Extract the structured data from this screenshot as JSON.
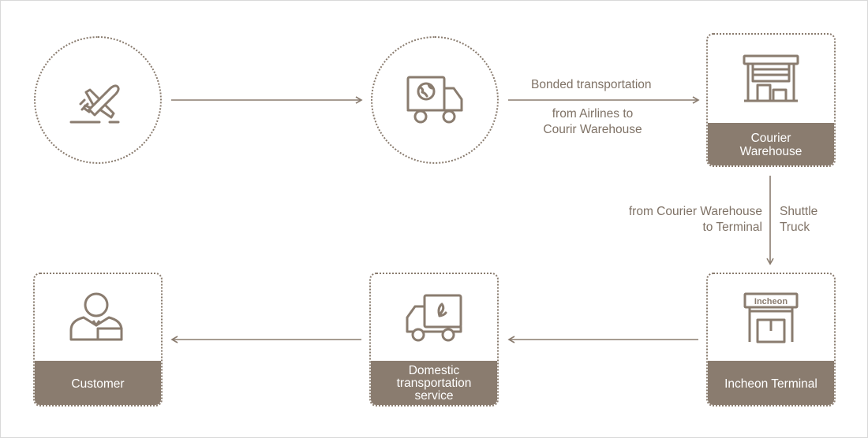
{
  "nodes": {
    "airplane": {
      "icon": "airplane-takeoff-icon"
    },
    "truck_global": {
      "icon": "globe-truck-icon"
    },
    "courier_warehouse": {
      "icon": "warehouse-icon",
      "label": "Courier\nWarehouse"
    },
    "incheon_terminal": {
      "icon": "terminal-building-icon",
      "label": "Incheon Terminal",
      "sign": "Incheon"
    },
    "domestic": {
      "icon": "domestic-truck-icon",
      "label": "Domestic\ntransportation\nservice"
    },
    "customer": {
      "icon": "customer-person-icon",
      "label": "Customer"
    }
  },
  "edges": {
    "bonded_title": "Bonded transportation",
    "bonded_sub": "from Airlines to\nCourir Warehouse",
    "shuttle_from": "from Courier Warehouse\nto Terminal",
    "shuttle_title": "Shuttle\nTruck"
  },
  "colors": {
    "brand": "#8a7c6f",
    "text": "#7f7266",
    "border": "#d9d9d9"
  }
}
